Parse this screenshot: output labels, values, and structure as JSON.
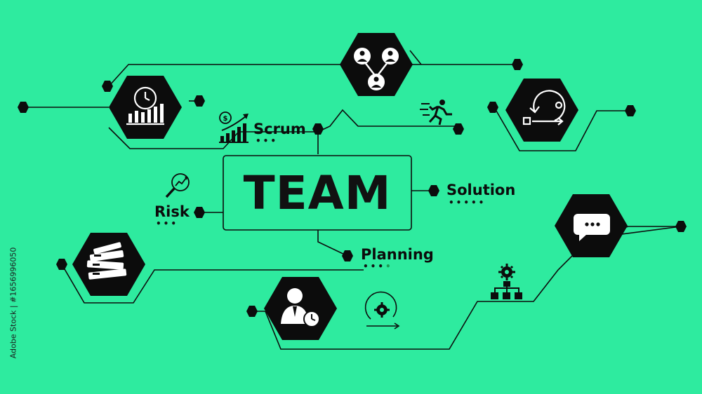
{
  "title": "TEAM",
  "labels": {
    "scrum": "Scrum",
    "solution": "Solution",
    "risk": "Risk",
    "planning": "Planning"
  },
  "watermark_side": "Adobe Stock | #1656996050",
  "colors": {
    "background": "#2eeb9f",
    "ink": "#0c0c0c",
    "accent_dot": "#1a9b52"
  },
  "icons": [
    "clock-chart-icon",
    "team-network-icon",
    "agile-cycle-icon",
    "running-person-icon",
    "money-growth-icon",
    "magnifier-chart-icon",
    "documents-stack-icon",
    "person-clock-icon",
    "gear-cycle-icon",
    "chat-bubble-icon",
    "gear-hierarchy-icon"
  ]
}
